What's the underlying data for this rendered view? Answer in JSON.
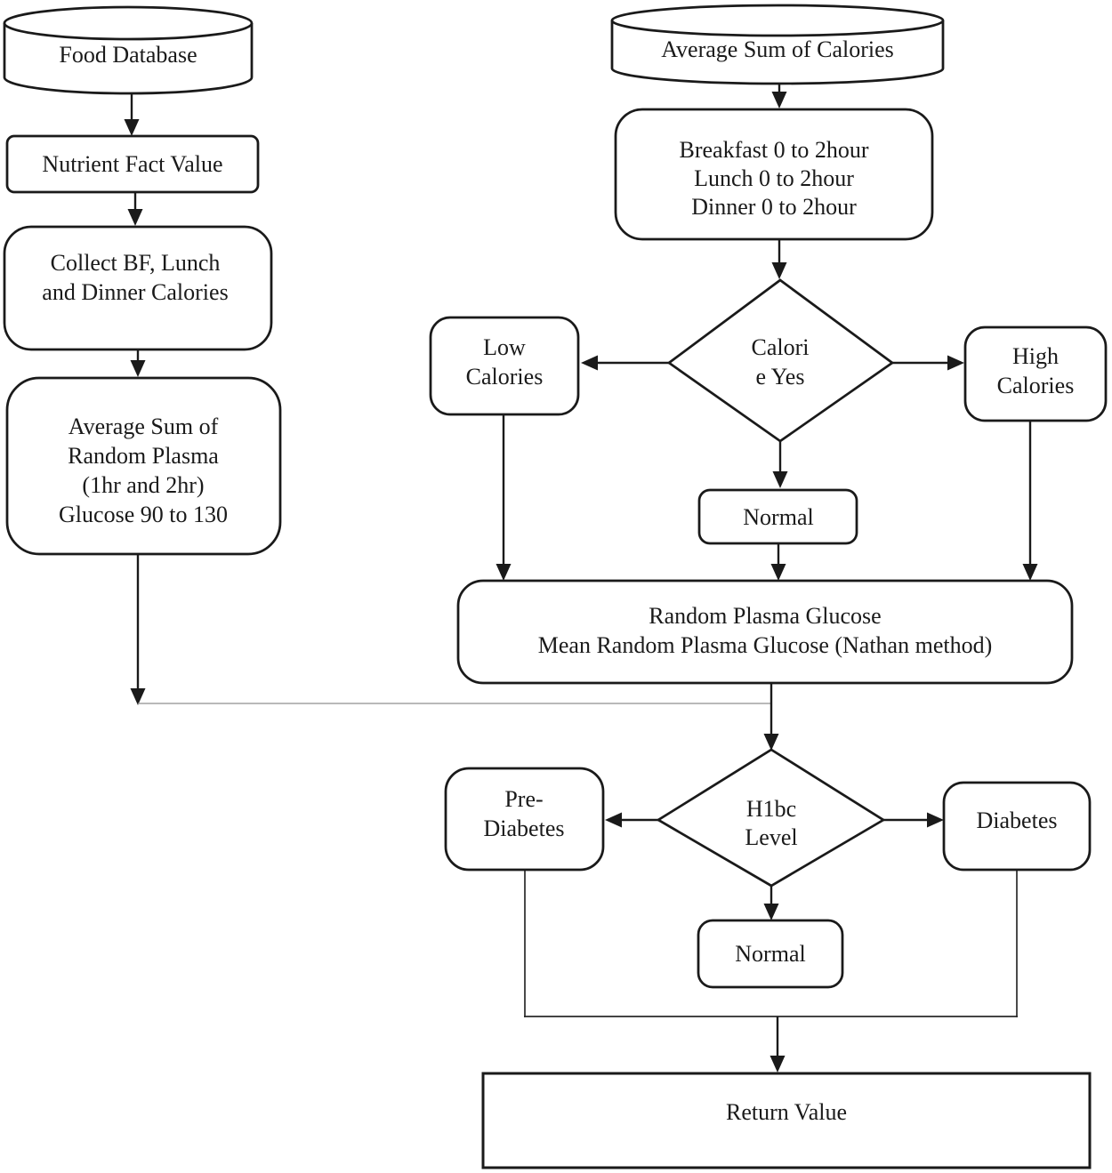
{
  "colors": {
    "background": "#ffffff",
    "stroke": "#1a1a1a",
    "text": "#1a1a1a",
    "thin_connector": "#8f8f8f"
  },
  "nodes": {
    "food_database": {
      "shape": "cylinder",
      "lines": [
        "Food Database"
      ]
    },
    "nutrient_fact_value": {
      "shape": "rect",
      "lines": [
        "Nutrient Fact Value"
      ]
    },
    "collect_calories": {
      "shape": "rounded-rect",
      "lines": [
        "Collect BF, Lunch",
        "and Dinner Calories"
      ]
    },
    "average_sum_random_plasma": {
      "shape": "rounded-rect",
      "lines": [
        "Average Sum of",
        "Random Plasma",
        "(1hr and 2hr)",
        "Glucose 90 to 130"
      ]
    },
    "average_sum_calories": {
      "shape": "cylinder",
      "lines": [
        "Average Sum of Calories"
      ]
    },
    "meal_windows": {
      "shape": "rounded-rect",
      "lines": [
        "Breakfast 0 to 2hour",
        "Lunch 0 to 2hour",
        "Dinner 0 to 2hour"
      ]
    },
    "calorie_decision": {
      "shape": "diamond",
      "lines": [
        "Calori",
        "e Yes"
      ]
    },
    "low_calories": {
      "shape": "rounded-rect",
      "lines": [
        "Low",
        "Calories"
      ]
    },
    "high_calories": {
      "shape": "rounded-rect",
      "lines": [
        "High",
        "Calories"
      ]
    },
    "normal_calories": {
      "shape": "rounded-rect",
      "lines": [
        "Normal"
      ]
    },
    "random_plasma_glucose": {
      "shape": "rounded-rect",
      "lines": [
        "Random Plasma Glucose",
        "Mean Random Plasma Glucose (Nathan method)"
      ]
    },
    "h1bc_decision": {
      "shape": "diamond",
      "lines": [
        "H1bc",
        "Level"
      ]
    },
    "pre_diabetes": {
      "shape": "rounded-rect",
      "lines": [
        "Pre-",
        "Diabetes"
      ]
    },
    "diabetes": {
      "shape": "rounded-rect",
      "lines": [
        "Diabetes"
      ]
    },
    "normal_h1bc": {
      "shape": "rounded-rect",
      "lines": [
        "Normal"
      ]
    },
    "return_value": {
      "shape": "rect",
      "lines": [
        "Return Value"
      ]
    }
  }
}
